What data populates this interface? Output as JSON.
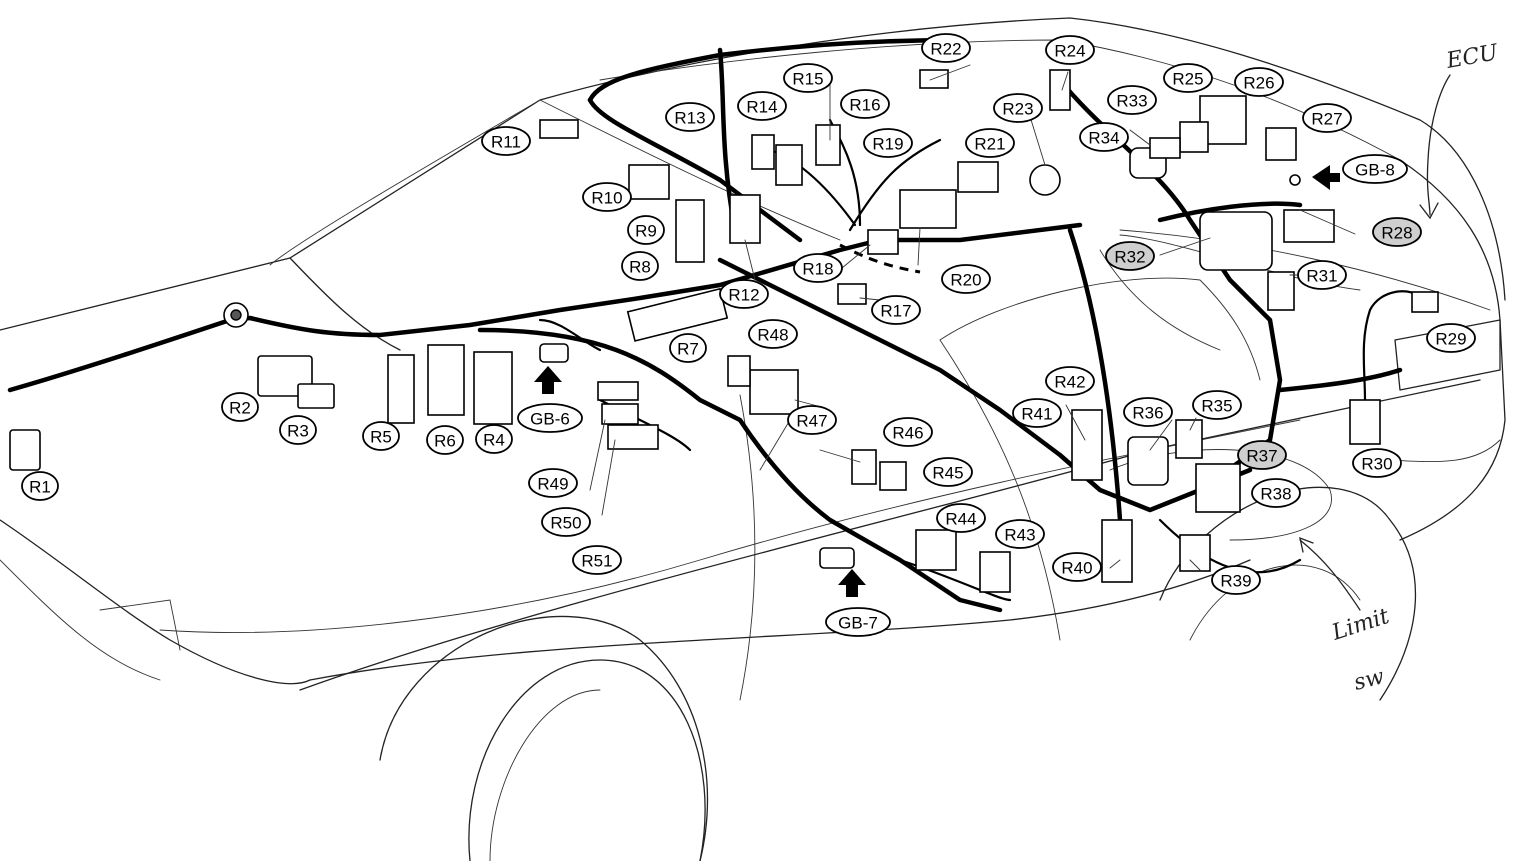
{
  "connectors": [
    {
      "id": "R1"
    },
    {
      "id": "R2"
    },
    {
      "id": "R3"
    },
    {
      "id": "R4"
    },
    {
      "id": "R5"
    },
    {
      "id": "R6"
    },
    {
      "id": "R7"
    },
    {
      "id": "R8"
    },
    {
      "id": "R9"
    },
    {
      "id": "R10"
    },
    {
      "id": "R11"
    },
    {
      "id": "R12"
    },
    {
      "id": "R13"
    },
    {
      "id": "R14"
    },
    {
      "id": "R15"
    },
    {
      "id": "R16"
    },
    {
      "id": "R17"
    },
    {
      "id": "R18"
    },
    {
      "id": "R19"
    },
    {
      "id": "R20"
    },
    {
      "id": "R21"
    },
    {
      "id": "R22"
    },
    {
      "id": "R23"
    },
    {
      "id": "R24"
    },
    {
      "id": "R25"
    },
    {
      "id": "R26"
    },
    {
      "id": "R27"
    },
    {
      "id": "R28",
      "shaded": true
    },
    {
      "id": "R29"
    },
    {
      "id": "R30"
    },
    {
      "id": "R31"
    },
    {
      "id": "R32",
      "shaded": true
    },
    {
      "id": "R33"
    },
    {
      "id": "R34"
    },
    {
      "id": "R35"
    },
    {
      "id": "R36"
    },
    {
      "id": "R37",
      "shaded": true
    },
    {
      "id": "R38"
    },
    {
      "id": "R39"
    },
    {
      "id": "R40"
    },
    {
      "id": "R41"
    },
    {
      "id": "R42"
    },
    {
      "id": "R43"
    },
    {
      "id": "R44"
    },
    {
      "id": "R45"
    },
    {
      "id": "R46"
    },
    {
      "id": "R47"
    },
    {
      "id": "R48"
    },
    {
      "id": "R49"
    },
    {
      "id": "R50"
    },
    {
      "id": "R51"
    }
  ],
  "grounds": [
    {
      "id": "GB-6"
    },
    {
      "id": "GB-7"
    },
    {
      "id": "GB-8"
    }
  ],
  "annotations": {
    "ecu": "ECU",
    "limit_line1": "Limit",
    "limit_line2": "sw"
  }
}
